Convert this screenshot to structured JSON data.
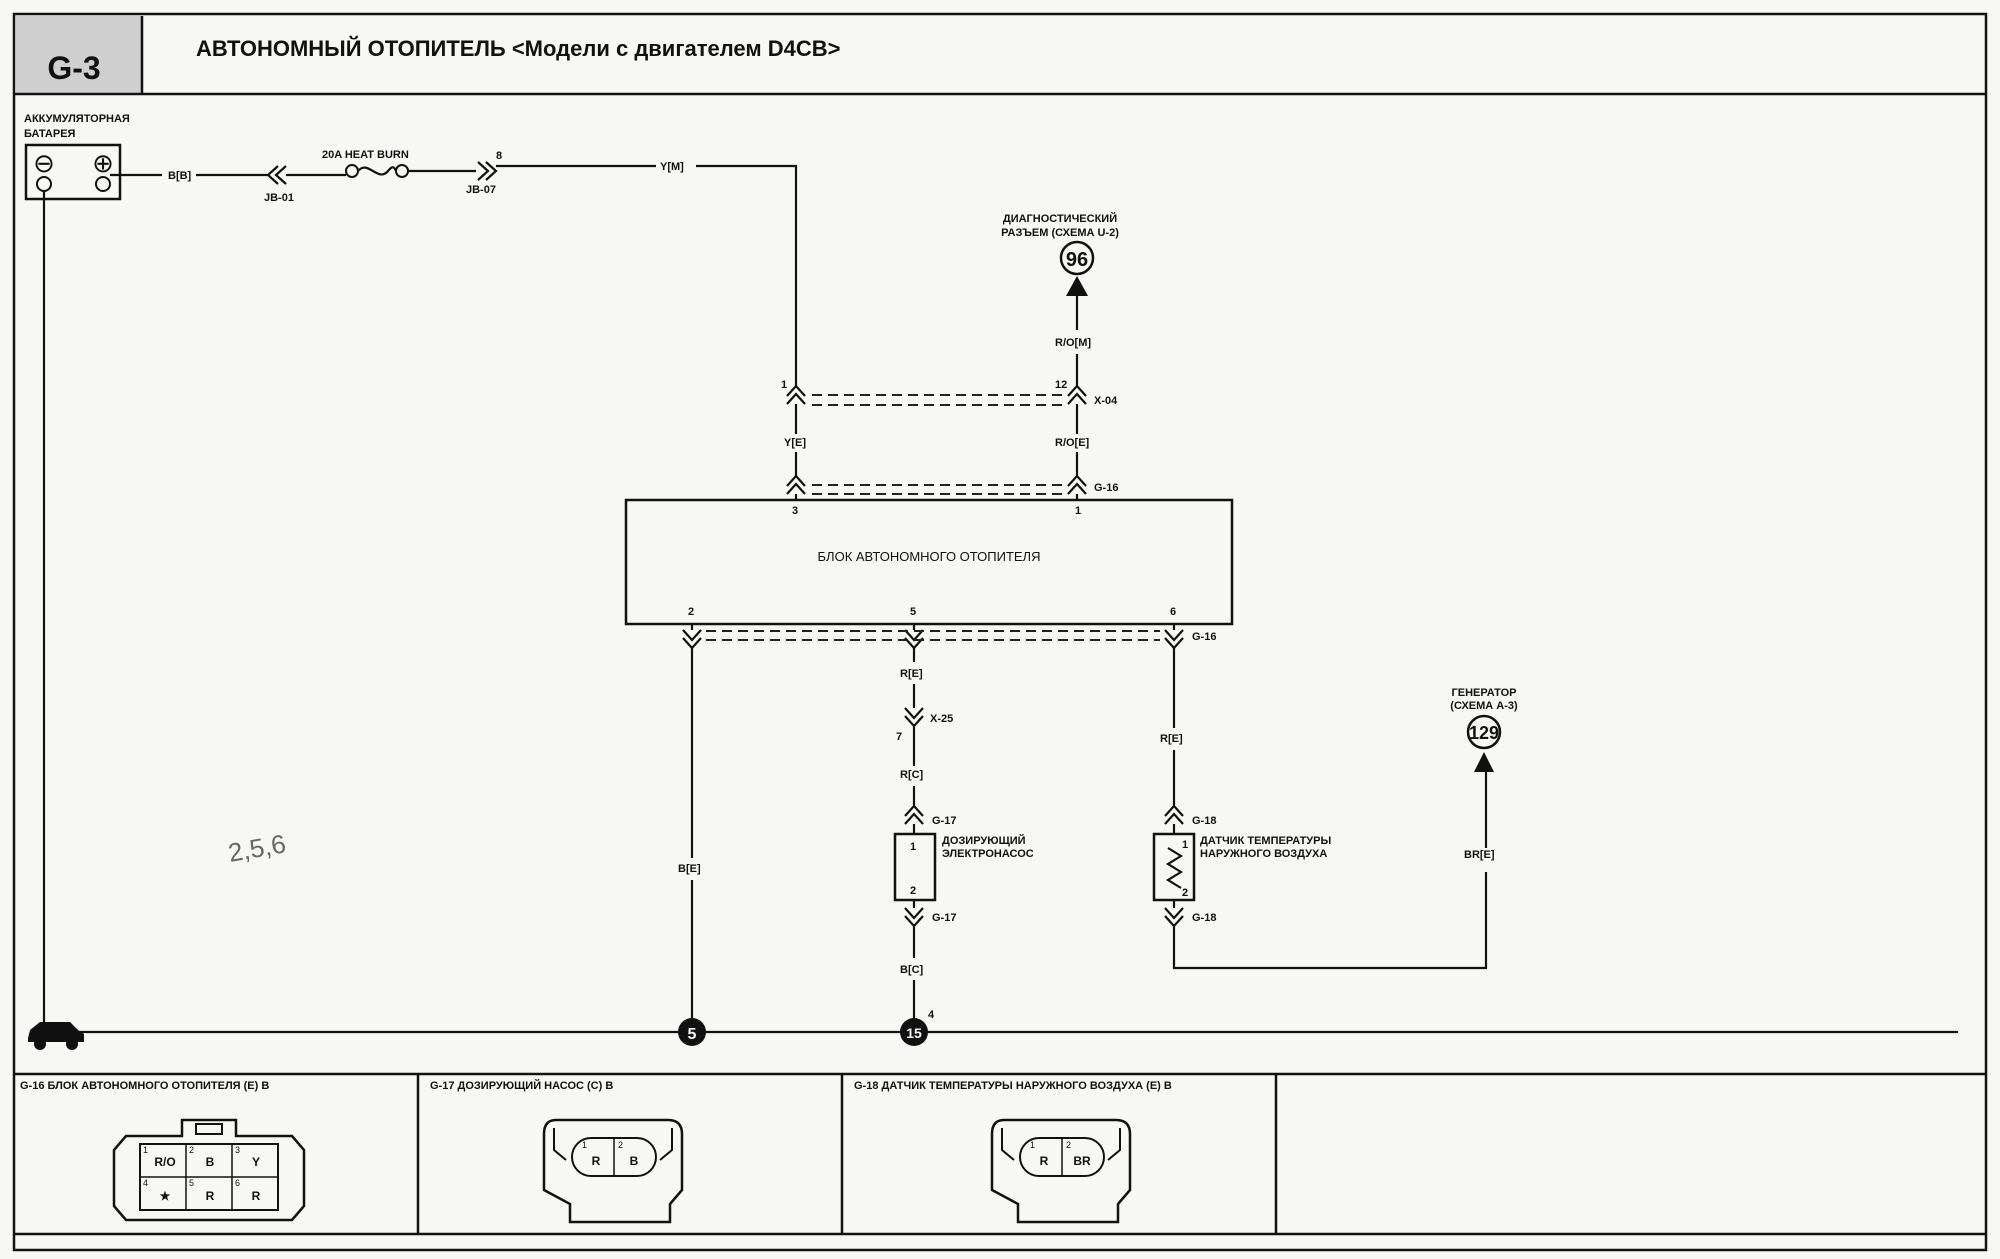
{
  "header": {
    "code": "G-3",
    "title": "АВТОНОМНЫЙ ОТОПИТЕЛЬ <Модели с двигателем D4CB>"
  },
  "battery": {
    "label_line1": "АККУМУЛЯТОРНАЯ",
    "label_line2": "БАТАРЕЯ",
    "minus_symbol": "⊖",
    "plus_symbol": "⊕"
  },
  "supply": {
    "wire_battery": "B[B]",
    "jb01": "JB-01",
    "fuse": "20A HEAT BURN",
    "jb07_pin": "8",
    "jb07": "JB-07",
    "wire_y_m": "Y[M]"
  },
  "diag_connector": {
    "label_line1": "ДИАГНОСТИЧЕСКИЙ",
    "label_line2": "РАЗЪЕМ (СХЕМА U-2)",
    "ref": "96",
    "wire": "R/O[M]"
  },
  "x04": {
    "pin_left": "1",
    "pin_right": "12",
    "name": "X-04",
    "wire_left": "Y[E]",
    "wire_right": "R/O[E]"
  },
  "g16_top": {
    "name": "G-16",
    "pin_left": "3",
    "pin_right": "1"
  },
  "heater_unit": {
    "label": "БЛОК АВТОНОМНОГО ОТОПИТЕЛЯ",
    "pin_a": "2",
    "pin_b": "5",
    "pin_c": "6",
    "connector": "G-16"
  },
  "pump_branch": {
    "wire_re": "R[E]",
    "x25": "X-25",
    "x25_pin": "7",
    "wire_rc": "R[C]",
    "g17_top": "G-17",
    "pump_label_line1": "ДОЗИРУЮЩИЙ",
    "pump_label_line2": "ЭЛЕКТРОНАСОС",
    "pin1": "1",
    "pin2": "2",
    "g17_bottom": "G-17",
    "wire_bc": "B[C]",
    "ground_pin": "4",
    "ground_ref": "15"
  },
  "left_branch": {
    "wire_be": "B[E]",
    "ground_ref": "5"
  },
  "sensor_branch": {
    "wire_re": "R[E]",
    "g18_top": "G-18",
    "label_line1": "ДАТЧИК ТЕМПЕРАТУРЫ",
    "label_line2": "НАРУЖНОГО ВОЗДУХА",
    "pin1": "1",
    "pin2": "2",
    "g18_bottom": "G-18"
  },
  "generator": {
    "label_line1": "ГЕНЕРАТОР",
    "label_line2": "(СХЕМА А-3)",
    "ref": "129",
    "wire": "BR[E]"
  },
  "handwriting": "2,5,6",
  "connector_views": [
    {
      "title": "G-16 БЛОК АВТОНОМНОГО ОТОПИТЕЛЯ (E) B",
      "cells": [
        {
          "pin": "1",
          "text": "R/O"
        },
        {
          "pin": "2",
          "text": "B"
        },
        {
          "pin": "3",
          "text": "Y"
        },
        {
          "pin": "4",
          "text": "★"
        },
        {
          "pin": "5",
          "text": "R"
        },
        {
          "pin": "6",
          "text": "R"
        }
      ]
    },
    {
      "title": "G-17 ДОЗИРУЮЩИЙ НАСОС (C) B",
      "cells": [
        {
          "pin": "1",
          "text": "R"
        },
        {
          "pin": "2",
          "text": "B"
        }
      ]
    },
    {
      "title": "G-18 ДАТЧИК ТЕМПЕРАТУРЫ НАРУЖНОГО ВОЗДУХА (E) B",
      "cells": [
        {
          "pin": "1",
          "text": "R"
        },
        {
          "pin": "2",
          "text": "BR"
        }
      ]
    }
  ],
  "colors": {
    "ink": "#111111",
    "paper": "#f7f7f5",
    "header_tab": "#cfcfcf"
  }
}
